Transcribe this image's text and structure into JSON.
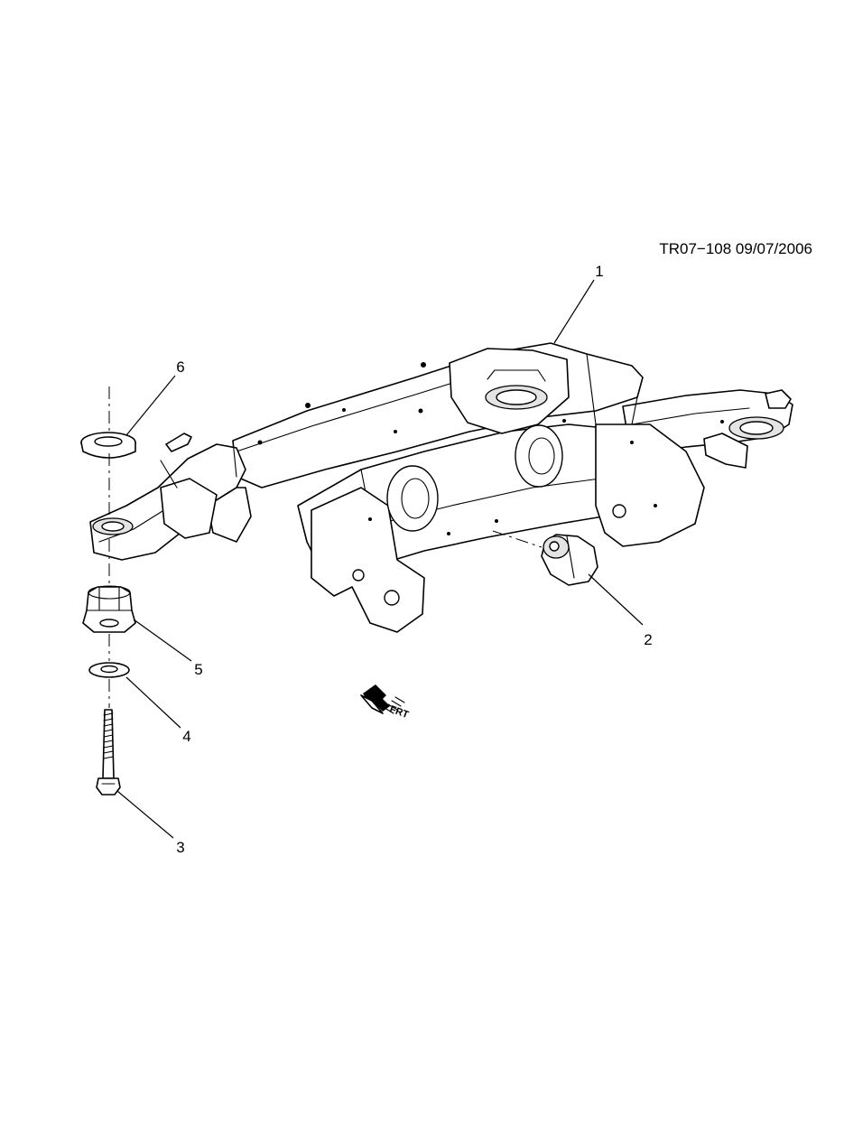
{
  "figure": {
    "reference": "TR07−108  09/07/2006",
    "front_indicator": "FRT"
  },
  "callouts": [
    {
      "number": "1",
      "part": "rear-suspension-crossmember"
    },
    {
      "number": "2",
      "part": "crossmember-bushing"
    },
    {
      "number": "3",
      "part": "bolt"
    },
    {
      "number": "4",
      "part": "washer"
    },
    {
      "number": "5",
      "part": "lower-insulator"
    },
    {
      "number": "6",
      "part": "upper-insulator"
    }
  ]
}
